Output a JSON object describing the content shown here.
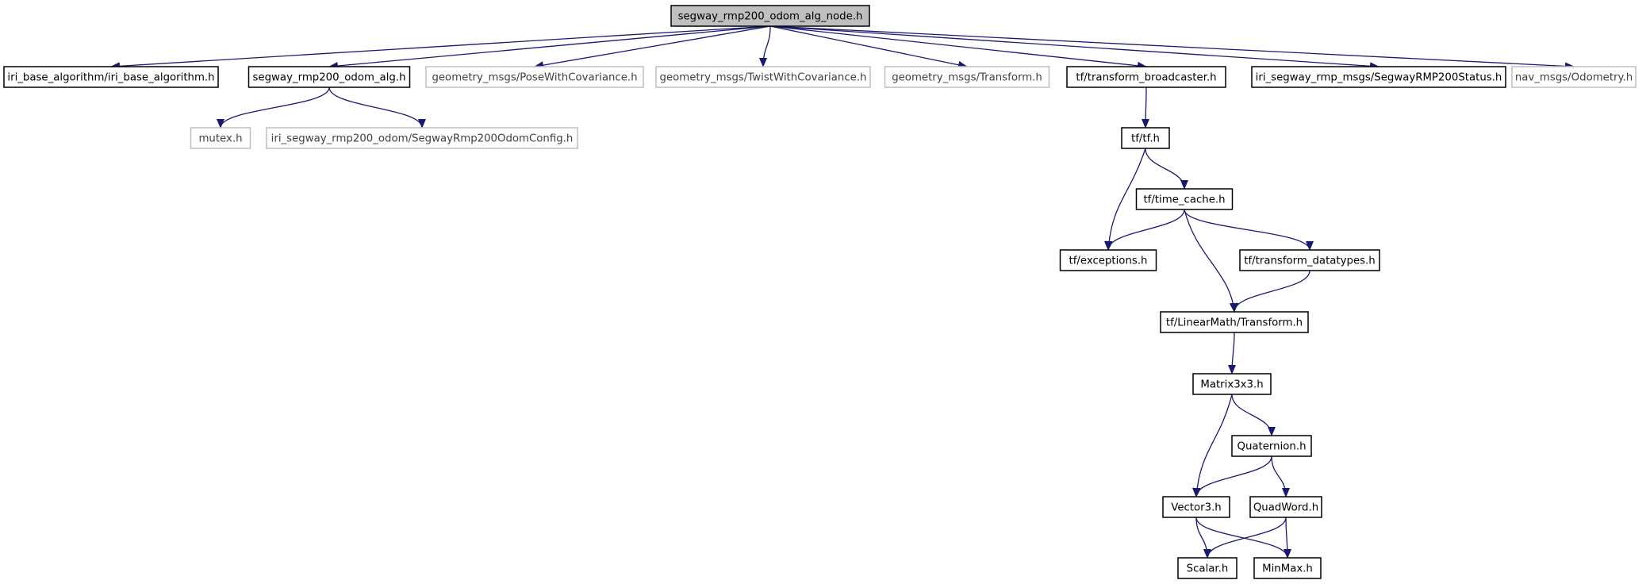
{
  "diagram": {
    "type": "include-dependency-graph",
    "colors": {
      "root_fill": "#bfbfbf",
      "node_fill": "#ffffff",
      "node_border": "#000000",
      "missing_border": "#bfbfbf",
      "missing_text": "#404040",
      "edge": "#191970"
    },
    "nodes": [
      {
        "id": "root",
        "label": "segway_rmp200_odom_alg_node.h",
        "kind": "root"
      },
      {
        "id": "iriba",
        "label": "iri_base_algorithm/iri_base_algorithm.h",
        "kind": "normal"
      },
      {
        "id": "salg",
        "label": "segway_rmp200_odom_alg.h",
        "kind": "normal"
      },
      {
        "id": "pose",
        "label": "geometry_msgs/PoseWithCovariance.h",
        "kind": "missing"
      },
      {
        "id": "twist",
        "label": "geometry_msgs/TwistWithCovariance.h",
        "kind": "missing"
      },
      {
        "id": "gtrans",
        "label": "geometry_msgs/Transform.h",
        "kind": "missing"
      },
      {
        "id": "tfbr",
        "label": "tf/transform_broadcaster.h",
        "kind": "normal"
      },
      {
        "id": "sstat",
        "label": "iri_segway_rmp_msgs/SegwayRMP200Status.h",
        "kind": "normal"
      },
      {
        "id": "odom",
        "label": "nav_msgs/Odometry.h",
        "kind": "missing"
      },
      {
        "id": "mutex",
        "label": "mutex.h",
        "kind": "missing"
      },
      {
        "id": "scfg",
        "label": "iri_segway_rmp200_odom/SegwayRmp200OdomConfig.h",
        "kind": "missing"
      },
      {
        "id": "tftf",
        "label": "tf/tf.h",
        "kind": "normal"
      },
      {
        "id": "tcache",
        "label": "tf/time_cache.h",
        "kind": "normal"
      },
      {
        "id": "exc",
        "label": "tf/exceptions.h",
        "kind": "normal"
      },
      {
        "id": "tdt",
        "label": "tf/transform_datatypes.h",
        "kind": "normal"
      },
      {
        "id": "lmt",
        "label": "tf/LinearMath/Transform.h",
        "kind": "normal"
      },
      {
        "id": "m3",
        "label": "Matrix3x3.h",
        "kind": "normal"
      },
      {
        "id": "quat",
        "label": "Quaternion.h",
        "kind": "normal"
      },
      {
        "id": "v3",
        "label": "Vector3.h",
        "kind": "normal"
      },
      {
        "id": "qw",
        "label": "QuadWord.h",
        "kind": "normal"
      },
      {
        "id": "scal",
        "label": "Scalar.h",
        "kind": "normal"
      },
      {
        "id": "minmax",
        "label": "MinMax.h",
        "kind": "normal"
      }
    ],
    "edges": [
      [
        "root",
        "iriba"
      ],
      [
        "root",
        "salg"
      ],
      [
        "root",
        "pose"
      ],
      [
        "root",
        "twist"
      ],
      [
        "root",
        "gtrans"
      ],
      [
        "root",
        "tfbr"
      ],
      [
        "root",
        "sstat"
      ],
      [
        "root",
        "odom"
      ],
      [
        "salg",
        "mutex"
      ],
      [
        "salg",
        "scfg"
      ],
      [
        "tfbr",
        "tftf"
      ],
      [
        "tftf",
        "exc"
      ],
      [
        "tftf",
        "tcache"
      ],
      [
        "tcache",
        "exc"
      ],
      [
        "tcache",
        "tdt"
      ],
      [
        "tcache",
        "lmt"
      ],
      [
        "tdt",
        "lmt"
      ],
      [
        "lmt",
        "m3"
      ],
      [
        "m3",
        "v3"
      ],
      [
        "m3",
        "quat"
      ],
      [
        "quat",
        "v3"
      ],
      [
        "quat",
        "qw"
      ],
      [
        "v3",
        "scal"
      ],
      [
        "v3",
        "minmax"
      ],
      [
        "qw",
        "scal"
      ],
      [
        "qw",
        "minmax"
      ]
    ]
  }
}
